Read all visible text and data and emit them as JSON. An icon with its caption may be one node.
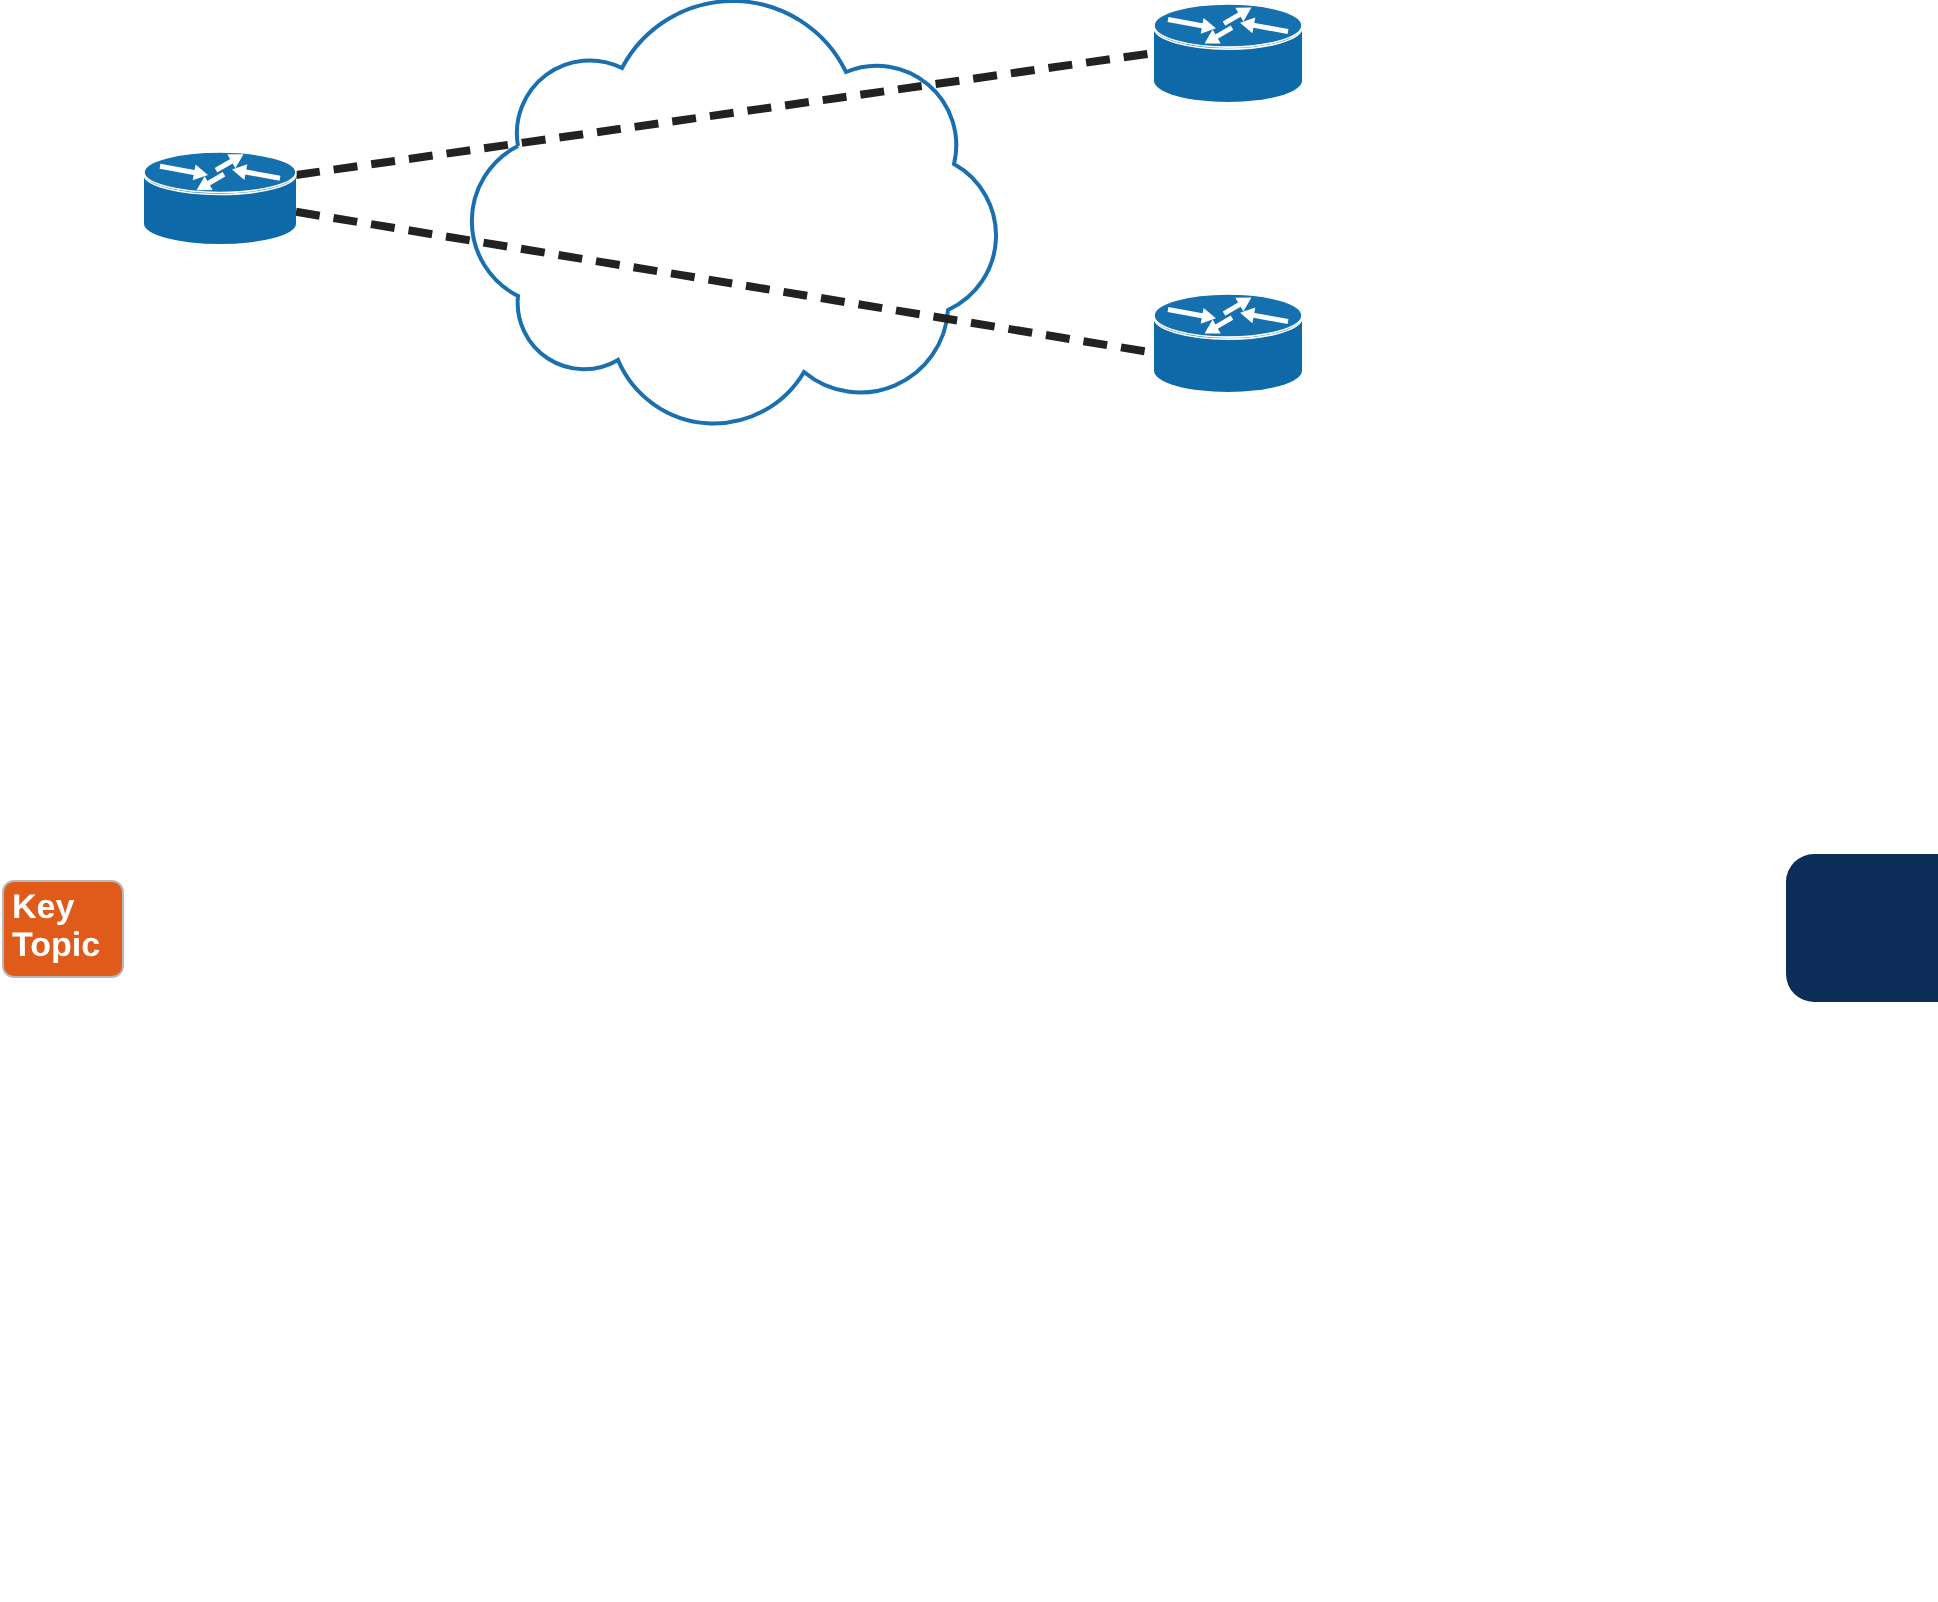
{
  "diagram": {
    "nodes": [
      {
        "text": [],
        "shape": "router"
      },
      {
        "text": [],
        "shape": "router"
      },
      {
        "text": [],
        "shape": "router"
      },
      {
        "text": [
          "Key Topic"
        ]
      }
    ],
    "edges": [
      {
        "from": 0,
        "to": 1,
        "arrow": "none",
        "style": "dashed"
      },
      {
        "from": 0,
        "to": 2,
        "arrow": "none",
        "style": "dashed"
      }
    ]
  }
}
